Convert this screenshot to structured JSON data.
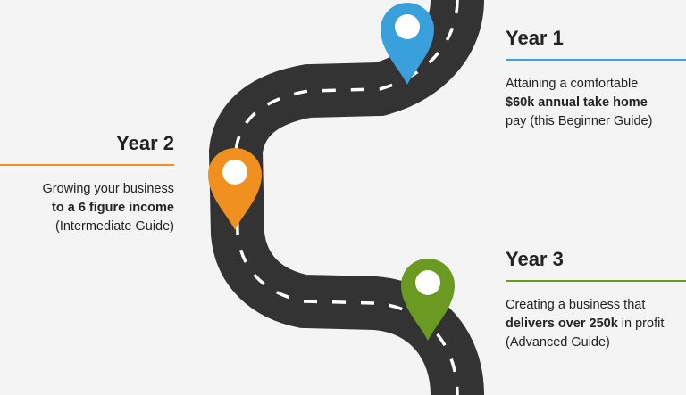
{
  "colors": {
    "road": "#333333",
    "lane_marker": "#ffffff",
    "year1": "#3aa0db",
    "year2": "#f0901e",
    "year3": "#6a9a22",
    "background": "#f4f4f4"
  },
  "milestones": [
    {
      "title": "Year 1",
      "pin_color": "#3aa0db",
      "desc_pre": "Attaining  a comfortable",
      "desc_bold": "$60k annual take home",
      "desc_post": "pay (this Beginner Guide)"
    },
    {
      "title": "Year 2",
      "pin_color": "#f0901e",
      "desc_pre": "Growing your business",
      "desc_bold": "to a 6 figure income",
      "desc_post": "(Intermediate Guide)"
    },
    {
      "title": "Year 3",
      "pin_color": "#6a9a22",
      "desc_pre": "Creating a business that",
      "desc_bold": "delivers over 250k",
      "desc_post": "in profit  (Advanced Guide)"
    }
  ]
}
